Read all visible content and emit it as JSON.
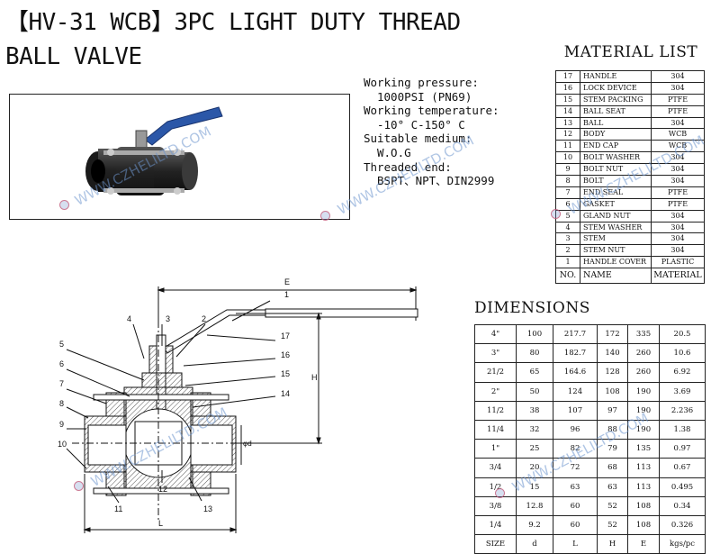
{
  "title": {
    "line1": "【HV-31 WCB】3PC LIGHT DUTY THREAD",
    "line2": "BALL VALVE"
  },
  "specs": {
    "pressure_label": "Working pressure:",
    "pressure_value": "1000PSI (PN69)",
    "temp_label": "Working temperature:",
    "temp_value": "-10° C-150° C",
    "medium_label": "Suitable medium:",
    "medium_value": "W.O.G",
    "thread_label": "Threaded end:",
    "thread_value": "BSPT、NPT、DIN2999"
  },
  "material_list": {
    "title": "MATERIAL LIST",
    "rows": [
      [
        "17",
        "HANDLE",
        "304"
      ],
      [
        "16",
        "LOCK DEVICE",
        "304"
      ],
      [
        "15",
        "STEM PACKING",
        "PTFE"
      ],
      [
        "14",
        "BALL SEAT",
        "PTFE"
      ],
      [
        "13",
        "BALL",
        "304"
      ],
      [
        "12",
        "BODY",
        "WCB"
      ],
      [
        "11",
        "END CAP",
        "WCB"
      ],
      [
        "10",
        "BOLT WASHER",
        "304"
      ],
      [
        "9",
        "BOLT NUT",
        "304"
      ],
      [
        "8",
        "BOLT",
        "304"
      ],
      [
        "7",
        "END SEAL",
        "PTFE"
      ],
      [
        "6",
        "GASKET",
        "PTFE"
      ],
      [
        "5",
        "GLAND NUT",
        "304"
      ],
      [
        "4",
        "STEM WASHER",
        "304"
      ],
      [
        "3",
        "STEM",
        "304"
      ],
      [
        "2",
        "STEM NUT",
        "304"
      ],
      [
        "1",
        "HANDLE COVER",
        "PLASTIC"
      ]
    ],
    "header": [
      "NO.",
      "NAME",
      "MATERIAL"
    ]
  },
  "dimensions": {
    "title": "DIMENSIONS",
    "rows": [
      [
        "4\"",
        "100",
        "217.7",
        "172",
        "335",
        "20.5"
      ],
      [
        "3\"",
        "80",
        "182.7",
        "140",
        "260",
        "10.6"
      ],
      [
        "21/2",
        "65",
        "164.6",
        "128",
        "260",
        "6.92"
      ],
      [
        "2\"",
        "50",
        "124",
        "108",
        "190",
        "3.69"
      ],
      [
        "11/2",
        "38",
        "107",
        "97",
        "190",
        "2.236"
      ],
      [
        "11/4",
        "32",
        "96",
        "88",
        "190",
        "1.38"
      ],
      [
        "1\"",
        "25",
        "82",
        "79",
        "135",
        "0.97"
      ],
      [
        "3/4",
        "20",
        "72",
        "68",
        "113",
        "0.67"
      ],
      [
        "1/2",
        "15",
        "63",
        "63",
        "113",
        "0.495"
      ],
      [
        "3/8",
        "12.8",
        "60",
        "52",
        "108",
        "0.34"
      ],
      [
        "1/4",
        "9.2",
        "60",
        "52",
        "108",
        "0.326"
      ]
    ],
    "header": [
      "SIZE",
      "d",
      "L",
      "H",
      "E",
      "kgs/pc"
    ]
  },
  "watermark": "WWW.CZHELILTD.COM",
  "drawing": {
    "labels": [
      "1",
      "2",
      "3",
      "4",
      "5",
      "6",
      "7",
      "8",
      "9",
      "10",
      "11",
      "12",
      "13",
      "14",
      "15",
      "16",
      "17"
    ],
    "dim_E": "E",
    "dim_H": "H",
    "dim_L": "L",
    "dim_d": "φd"
  },
  "colors": {
    "handle_blue": "#2b57a8",
    "body_dark": "#2a2a2a",
    "hatch": "#555555",
    "watermark": "#6e96cd"
  }
}
